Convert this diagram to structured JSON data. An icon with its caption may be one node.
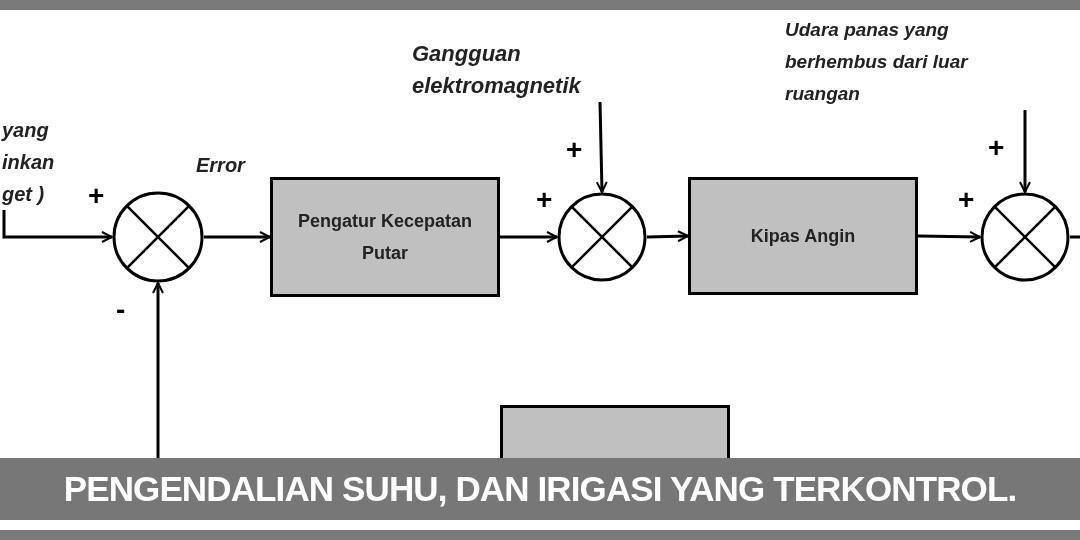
{
  "diagram": {
    "caption": "PENGENDALIAN SUHU, DAN IRIGASI YANG TERKONTROL.",
    "nodes": [
      {
        "text": [
          "yang inkan get )"
        ]
      },
      {
        "text": [],
        "shape": "circle"
      },
      {
        "text": [
          "Pengatur Kecepatan Putar"
        ]
      },
      {
        "text": [
          "Gangguan elektromagnetik"
        ]
      },
      {
        "text": [],
        "shape": "circle"
      },
      {
        "text": [
          "Kipas Angin"
        ]
      },
      {
        "text": [
          "Udara panas yang berhembus dari luar ruangan"
        ]
      },
      {
        "text": [],
        "shape": "circle"
      },
      {
        "text": [],
        "shape": "box"
      }
    ],
    "edges": [
      {
        "from": 0,
        "to": 1,
        "arrow": "to"
      },
      {
        "from": 1,
        "to": 2,
        "arrow": "to",
        "label": "Error"
      },
      {
        "from": 2,
        "to": 4,
        "arrow": "to"
      },
      {
        "from": 3,
        "to": 4,
        "arrow": "to"
      },
      {
        "from": 4,
        "to": 5,
        "arrow": "to"
      },
      {
        "from": 5,
        "to": 7,
        "arrow": "to"
      },
      {
        "from": 6,
        "to": 7,
        "arrow": "to"
      },
      {
        "from": 7,
        "to": null,
        "arrow": "none"
      },
      {
        "from": null,
        "to": 1,
        "arrow": "to"
      }
    ],
    "labels": [
      "+",
      "-",
      "+",
      "+",
      "+",
      "+"
    ]
  }
}
